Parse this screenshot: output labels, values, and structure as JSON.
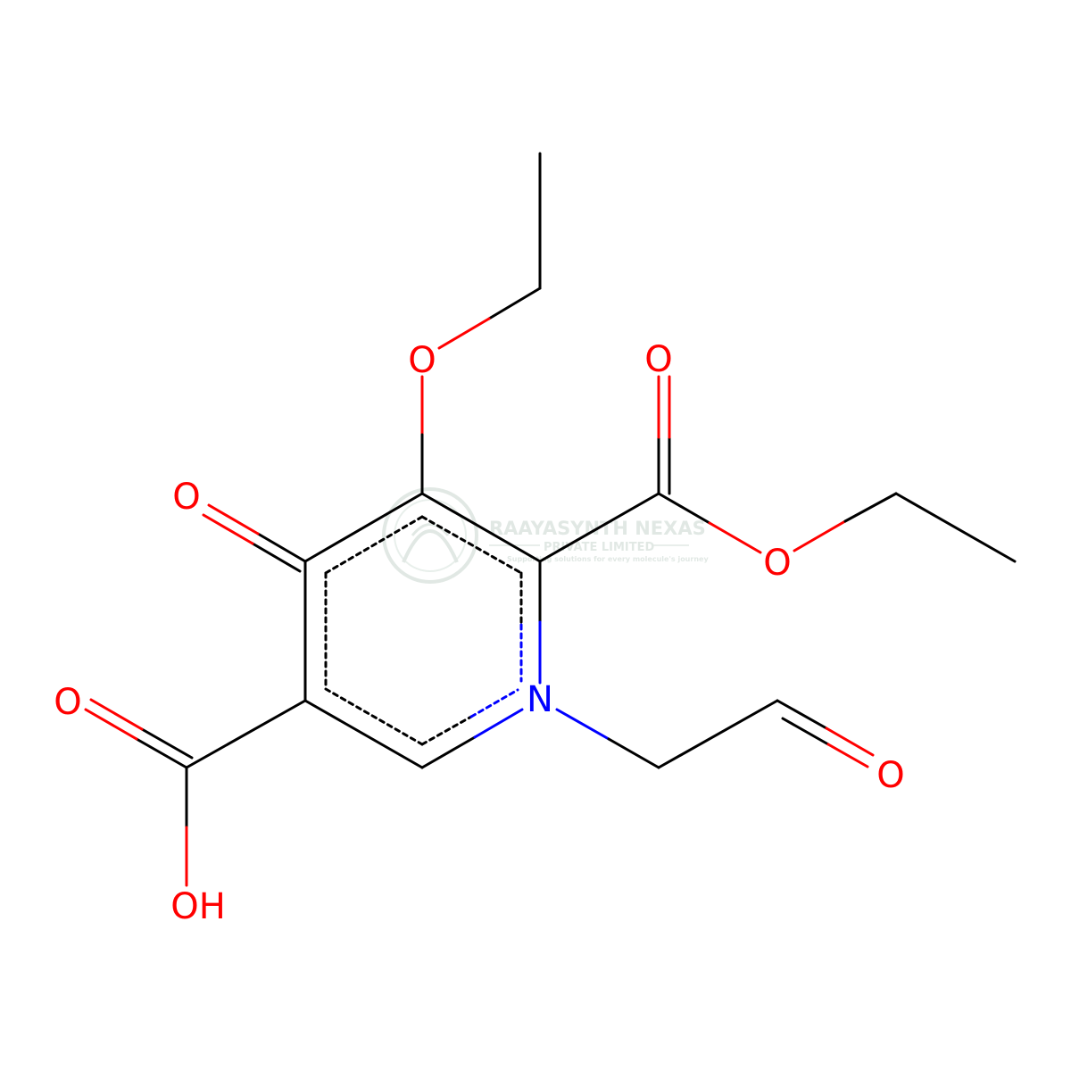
{
  "colors": {
    "bond": "#000000",
    "oxygen": "#ff0000",
    "nitrogen": "#0000ff",
    "watermark": "#c9d6cf"
  },
  "atoms": {
    "o_ethoxy": "O",
    "o_ketone": "O",
    "o_ester_carbonyl": "O",
    "o_ester_ether": "O",
    "o_acid_carbonyl": "O",
    "oh_acid": "OH",
    "n_ring": "N",
    "o_aldehyde": "O"
  },
  "watermark": {
    "company": "RAAYASYNTH NEXAS",
    "subtitle": "PRIVATE LIMITED",
    "tagline": "Supporting solutions for every molecule's journey"
  }
}
